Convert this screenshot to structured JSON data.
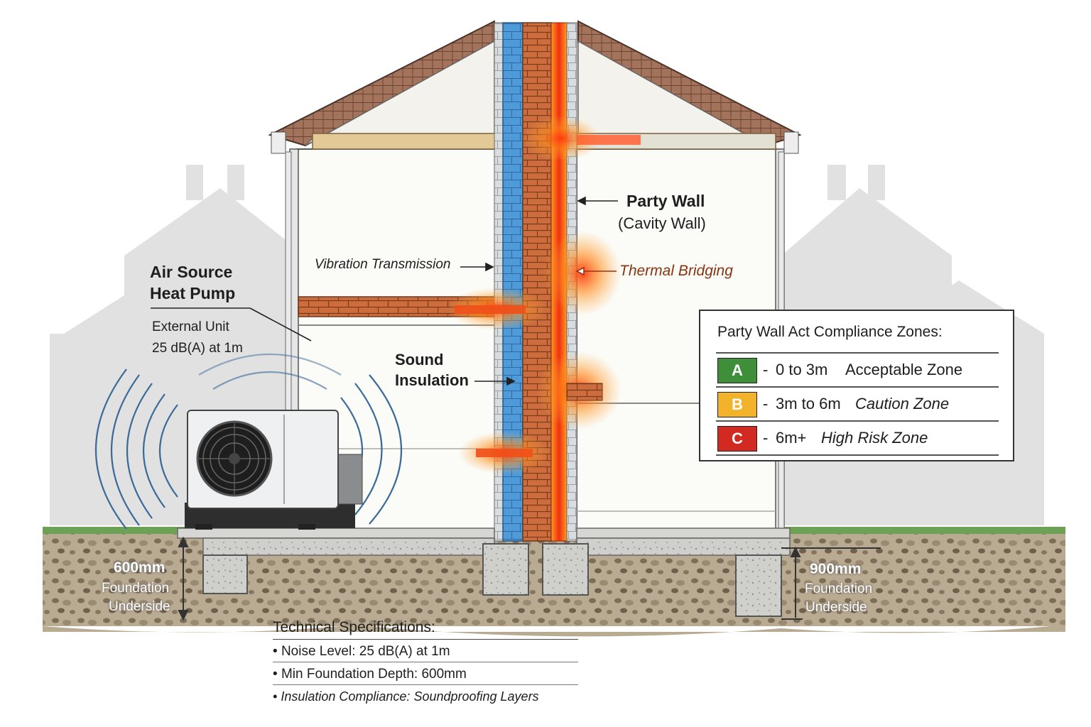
{
  "heat_pump": {
    "title_line1": "Air Source",
    "title_line2": "Heat Pump",
    "subtitle": "External Unit",
    "rating": "25 dB(A) at 1m"
  },
  "labels": {
    "vibration": "Vibration Transmission",
    "sound_line1": "Sound",
    "sound_line2": "Insulation",
    "party_wall_line1": "Party Wall",
    "party_wall_line2": "(Cavity Wall)",
    "thermal": "Thermal Bridging"
  },
  "foundations": {
    "left": {
      "depth": "600mm",
      "line1": "Foundation",
      "line2": "Underside"
    },
    "right": {
      "depth": "900mm",
      "line1": "Foundation",
      "line2": "Underside"
    }
  },
  "legend": {
    "title": "Party Wall Act Compliance Zones:",
    "zones": [
      {
        "badge": "A",
        "range": "0 to 3m",
        "description": "Acceptable Zone",
        "color": "#3e8e3a"
      },
      {
        "badge": "B",
        "range": "3m to 6m",
        "description": "Caution Zone",
        "color": "#f2b32a"
      },
      {
        "badge": "C",
        "range": "6m+",
        "description": "High Risk Zone",
        "color": "#d22a20"
      }
    ]
  },
  "specs": {
    "title": "Technical Specifications:",
    "items": [
      {
        "label": "Noise Level:",
        "value": "25 dB(A) at 1m"
      },
      {
        "label": "Min Foundation Depth:",
        "value": "600mm"
      },
      {
        "label": "Insulation Compliance:",
        "value": "Soundproofing Layers"
      }
    ]
  },
  "colors": {
    "brick": "#c8683a",
    "insulation": "#4d9ad8",
    "heat": "#f04a1a",
    "ground": "#8a7a64"
  }
}
